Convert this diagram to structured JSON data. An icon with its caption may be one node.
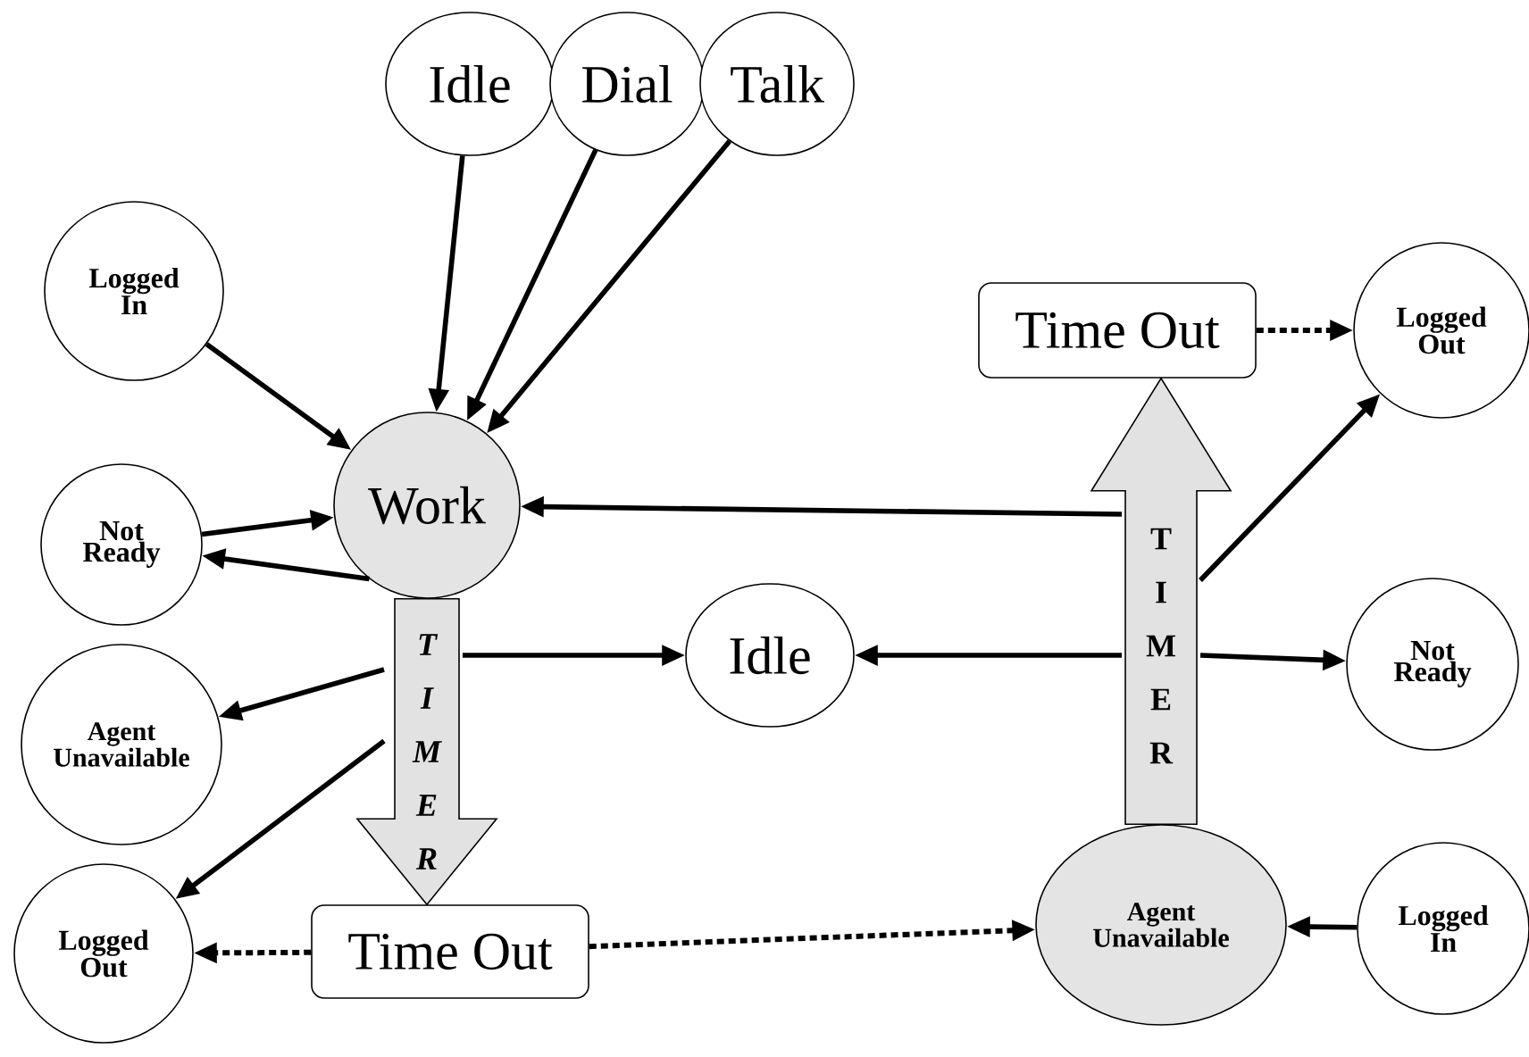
{
  "diagram": {
    "nodes": [
      {
        "text": [
          "Idle"
        ]
      },
      {
        "text": [
          "Dial"
        ]
      },
      {
        "text": [
          "Talk"
        ]
      },
      {
        "text": [
          "Logged In"
        ]
      },
      {
        "text": [
          "Work"
        ]
      },
      {
        "text": [
          "Not Ready"
        ]
      },
      {
        "text": [
          "Idle"
        ]
      },
      {
        "text": [
          "Agent Unavailable"
        ]
      },
      {
        "text": [
          "Logged Out"
        ]
      },
      {
        "text": [
          "Time Out"
        ]
      },
      {
        "text": [
          "Time Out"
        ]
      },
      {
        "text": [
          "Logged Out"
        ]
      },
      {
        "text": [
          "Not Ready"
        ]
      },
      {
        "text": [
          "Agent Unavailable"
        ]
      },
      {
        "text": [
          "Logged In"
        ]
      }
    ],
    "edges": [
      {
        "from": 0,
        "to": 4,
        "arrow": "to"
      },
      {
        "from": 1,
        "to": 4,
        "arrow": "to"
      },
      {
        "from": 2,
        "to": 4,
        "arrow": "to"
      },
      {
        "from": 3,
        "to": 4,
        "arrow": "to"
      },
      {
        "from": 5,
        "to": 4,
        "arrow": "to"
      },
      {
        "from": 4,
        "to": 5,
        "arrow": "to"
      },
      {
        "from": null,
        "to": 4,
        "arrow": "to"
      },
      {
        "from": null,
        "to": 6,
        "arrow": "to"
      },
      {
        "from": null,
        "to": 6,
        "arrow": "to"
      },
      {
        "from": null,
        "to": 12,
        "arrow": "to"
      },
      {
        "from": null,
        "to": 7,
        "arrow": "to"
      },
      {
        "from": null,
        "to": 8,
        "arrow": "to"
      },
      {
        "from": null,
        "to": 11,
        "arrow": "to"
      },
      {
        "from": 9,
        "to": 8,
        "arrow": "to",
        "style": "dashed"
      },
      {
        "from": 9,
        "to": 13,
        "arrow": "to",
        "style": "dashed"
      },
      {
        "from": 10,
        "to": 11,
        "arrow": "to",
        "style": "dashed"
      },
      {
        "from": 14,
        "to": 13,
        "arrow": "to"
      },
      {
        "from": 4,
        "to": 9,
        "arrow": "to",
        "style": "thick",
        "label": "T I M E R"
      },
      {
        "from": 13,
        "to": 10,
        "arrow": "to",
        "style": "thick",
        "label": "T I M E R"
      }
    ]
  }
}
